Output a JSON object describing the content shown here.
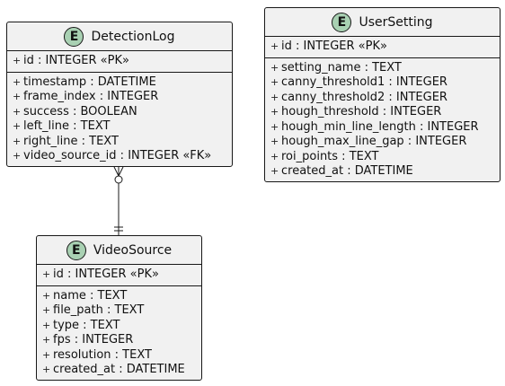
{
  "visibility_marker": "+",
  "entities": [
    {
      "name": "DetectionLog",
      "badge": "E",
      "pk": "id : INTEGER «PK»",
      "fields": [
        "timestamp : DATETIME",
        "frame_index : INTEGER",
        "success : BOOLEAN",
        "left_line : TEXT",
        "right_line : TEXT",
        "video_source_id : INTEGER «FK»"
      ]
    },
    {
      "name": "UserSetting",
      "badge": "E",
      "pk": "id : INTEGER «PK»",
      "fields": [
        "setting_name : TEXT",
        "canny_threshold1 : INTEGER",
        "canny_threshold2 : INTEGER",
        "hough_threshold : INTEGER",
        "hough_min_line_length : INTEGER",
        "hough_max_line_gap : INTEGER",
        "roi_points : TEXT",
        "created_at : DATETIME"
      ]
    },
    {
      "name": "VideoSource",
      "badge": "E",
      "pk": "id : INTEGER «PK»",
      "fields": [
        "name : TEXT",
        "file_path : TEXT",
        "type : TEXT",
        "fps : INTEGER",
        "resolution : TEXT",
        "created_at : DATETIME"
      ]
    }
  ],
  "relationships": [
    {
      "from": "DetectionLog",
      "to": "VideoSource",
      "from_cardinality": "zero-or-many",
      "to_cardinality": "exactly-one"
    }
  ],
  "colors": {
    "badge_fill": "#a9d1b3",
    "entity_fill": "#f1f1f1",
    "border": "#181818"
  }
}
